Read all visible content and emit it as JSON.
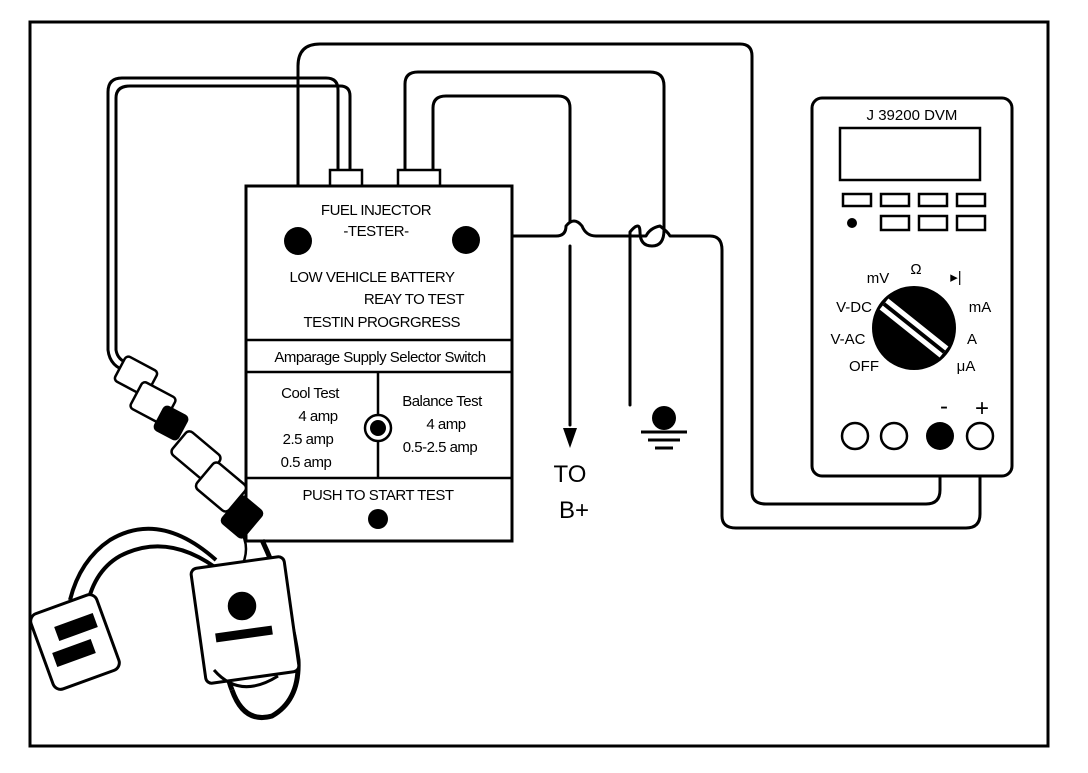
{
  "tester": {
    "title_line1": "FUEL INJECTOR",
    "title_line2": "-TESTER-",
    "status_low_battery": "LOW VEHICLE BATTERY",
    "status_ready": "REAY TO TEST",
    "status_in_progress": "TESTIN PROGRGRESS",
    "selector_switch_label": "Amparage Supply Selector Switch",
    "coil_test": {
      "label": "Cool Test",
      "options": [
        "4 amp",
        "2.5 amp",
        "0.5 amp"
      ]
    },
    "balance_test": {
      "label": "Balance Test",
      "options": [
        "4 amp",
        "0.5-2.5 amp"
      ]
    },
    "push_to_start": "PUSH TO START TEST"
  },
  "battery_label": {
    "line1": "TO",
    "line2": "B+"
  },
  "dvm": {
    "model": "J 39200 DVM",
    "dial_labels": {
      "mv": "mV",
      "ohm": "Ω",
      "diode": "▸|",
      "vdc": "V-DC",
      "vac": "V-AC",
      "off": "OFF",
      "ma": "mA",
      "a": "A",
      "ua": "μA"
    },
    "terminal_minus": "-",
    "terminal_plus": "+"
  },
  "icons": [
    "ground-icon",
    "arrow-down-icon",
    "rotary-dial-icon"
  ]
}
